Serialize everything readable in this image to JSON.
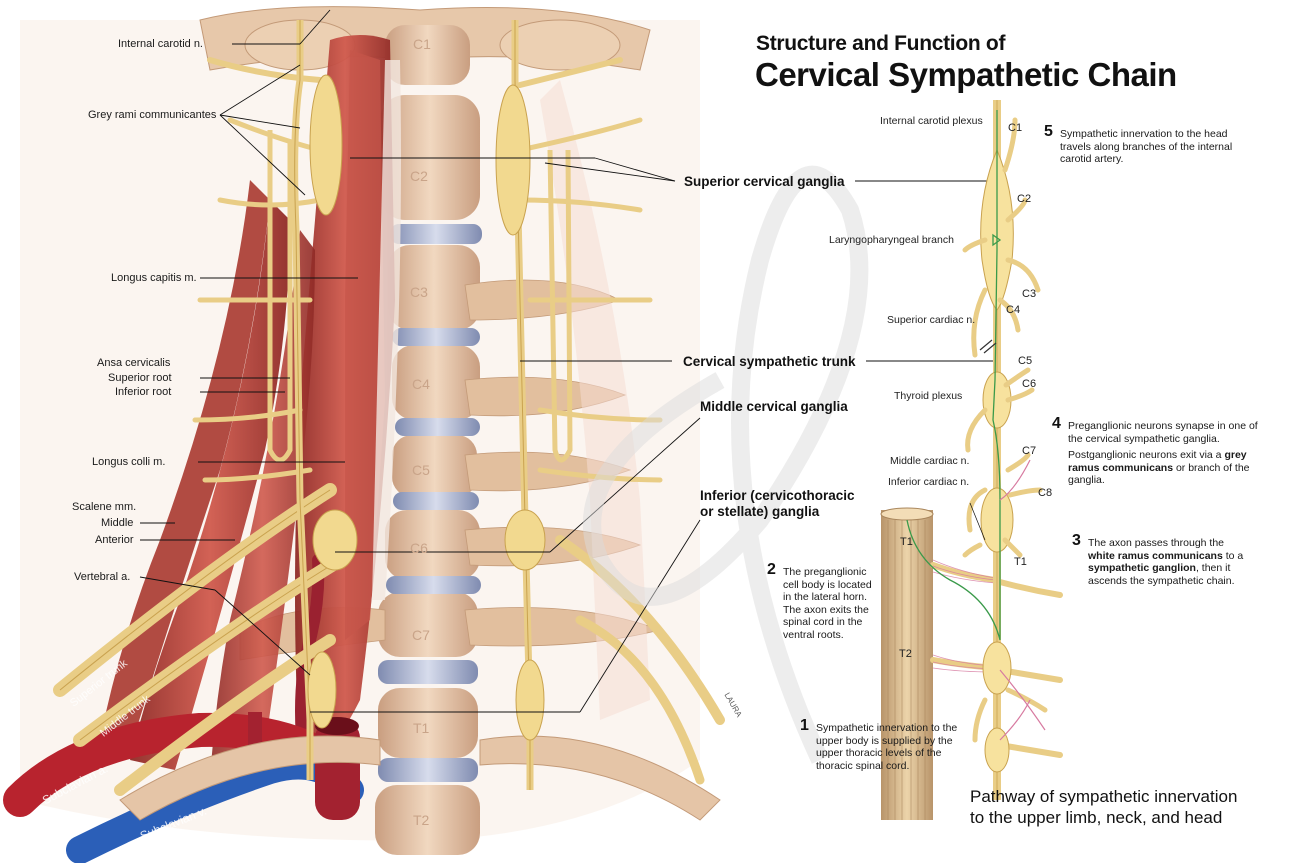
{
  "title": {
    "line1": "Structure and Function of",
    "line2": "Cervical Sympathetic Chain"
  },
  "anatomy_labels": {
    "internal_carotid_n": "Internal carotid n.",
    "grey_rami": "Grey rami communicantes",
    "longus_capitis": "Longus capitis m.",
    "ansa_cervicalis": "Ansa cervicalis",
    "superior_root": "Superior root",
    "inferior_root": "Inferior root",
    "longus_colli": "Longus colli m.",
    "scalene": "Scalene mm.",
    "middle": "Middle",
    "anterior": "Anterior",
    "vertebral_a": "Vertebral a.",
    "superior_cervical_ganglia": "Superior cervical ganglia",
    "cervical_sympathetic_trunk": "Cervical sympathetic trunk",
    "middle_cervical_ganglia": "Middle cervical ganglia",
    "inferior_ganglia_line1": "Inferior (cervicothoracic",
    "inferior_ganglia_line2": "or stellate) ganglia",
    "superior_trunk": "Superior trunk",
    "middle_trunk": "Middle trunk",
    "subclavian_a": "Subclavian a.",
    "subclavian_v": "Subclavian v."
  },
  "vertebrae": [
    "C1",
    "C2",
    "C3",
    "C4",
    "C5",
    "C6",
    "C7",
    "T1",
    "T2"
  ],
  "pathway_labels": {
    "internal_carotid_plexus": "Internal carotid plexus",
    "laryngopharyngeal_branch": "Laryngopharyngeal branch",
    "superior_cardiac_n": "Superior cardiac n.",
    "thyroid_plexus": "Thyroid plexus",
    "middle_cardiac_n": "Middle cardiac n.",
    "inferior_cardiac_n": "Inferior cardiac n.",
    "segments": [
      "C1",
      "C2",
      "C3",
      "C4",
      "C5",
      "C6",
      "C7",
      "C8",
      "T1"
    ],
    "cord_t1": "T1",
    "cord_t2": "T2"
  },
  "steps": [
    {
      "num": "1",
      "text": "Sympathetic innervation to the upper body is supplied by the upper thoracic levels of the thoracic spinal cord."
    },
    {
      "num": "2",
      "text": "The preganglionic cell body is located in the lateral horn. The axon exits the spinal cord in the ventral roots."
    },
    {
      "num": "3",
      "pre": "The axon passes through the ",
      "b1": "white ramus communicans",
      "mid": " to a ",
      "b2": "sympathetic ganglion",
      "post": ", then it ascends the sympathetic chain."
    },
    {
      "num": "4",
      "text": "Preganglionic neurons synapse in one of the cervical sympathetic ganglia.",
      "text2_pre": "Postganglionic neurons exit via a ",
      "text2_b": "grey ramus communicans",
      "text2_post": " or branch of the ganglia."
    },
    {
      "num": "5",
      "text": "Sympathetic innervation to the head travels along branches of the internal carotid artery."
    }
  ],
  "caption": {
    "line1": "Pathway of sympathetic innervation",
    "line2": "to the upper limb, neck, and head"
  },
  "signature": "LAURA",
  "colors": {
    "nerve": "#e9cd86",
    "nerve_dark": "#c9a24f",
    "muscle": "#b8443a",
    "bone": "#e8c9ab",
    "disc": "#a9b3cf",
    "artery": "#b8232e",
    "vein": "#2b5fb8",
    "axon_green": "#3a9a4a",
    "axon_pink": "#d77aa0"
  }
}
